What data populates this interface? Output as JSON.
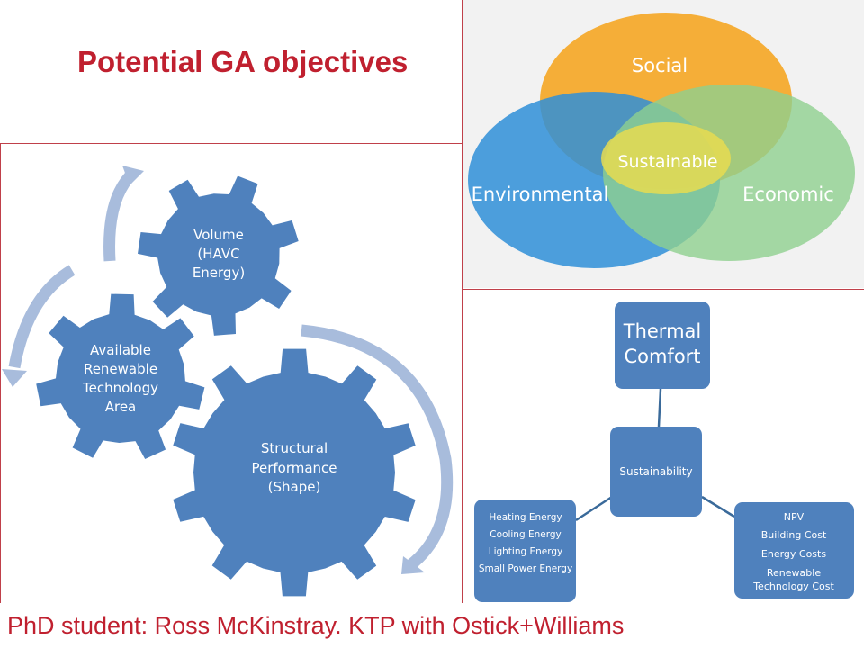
{
  "slide": {
    "title": "Potential GA objectives",
    "footer": "PhD student: Ross McKinstray.  KTP with Ostick+Williams"
  },
  "gears": {
    "volume": [
      "Volume",
      "(HAVC",
      "Energy)"
    ],
    "renewable": [
      "Available",
      "Renewable",
      "Technology",
      "Area"
    ],
    "structural": [
      "Structural",
      "Performance",
      "(Shape)"
    ]
  },
  "venn": {
    "social": "Social",
    "environmental": "Environmental",
    "economic": "Economic",
    "sustainable": "Sustainable",
    "colors": {
      "social": "#f5a623",
      "environmental": "#2f8fd8",
      "economic": "#8fd08f",
      "sustainable": "#e8dc50"
    }
  },
  "hierarchy": {
    "thermal": [
      "Thermal",
      "Comfort"
    ],
    "sustainability": "Sustainability",
    "energy": [
      "Heating Energy",
      "Cooling Energy",
      "Lighting Energy",
      "Small Power Energy"
    ],
    "costs": [
      "NPV",
      "Building Cost",
      "Energy Costs",
      "Renewable",
      "Technology Cost"
    ]
  },
  "colors": {
    "accent": "#c0202f",
    "box": "#4f81bd",
    "arrow": "#a8bcdc"
  }
}
